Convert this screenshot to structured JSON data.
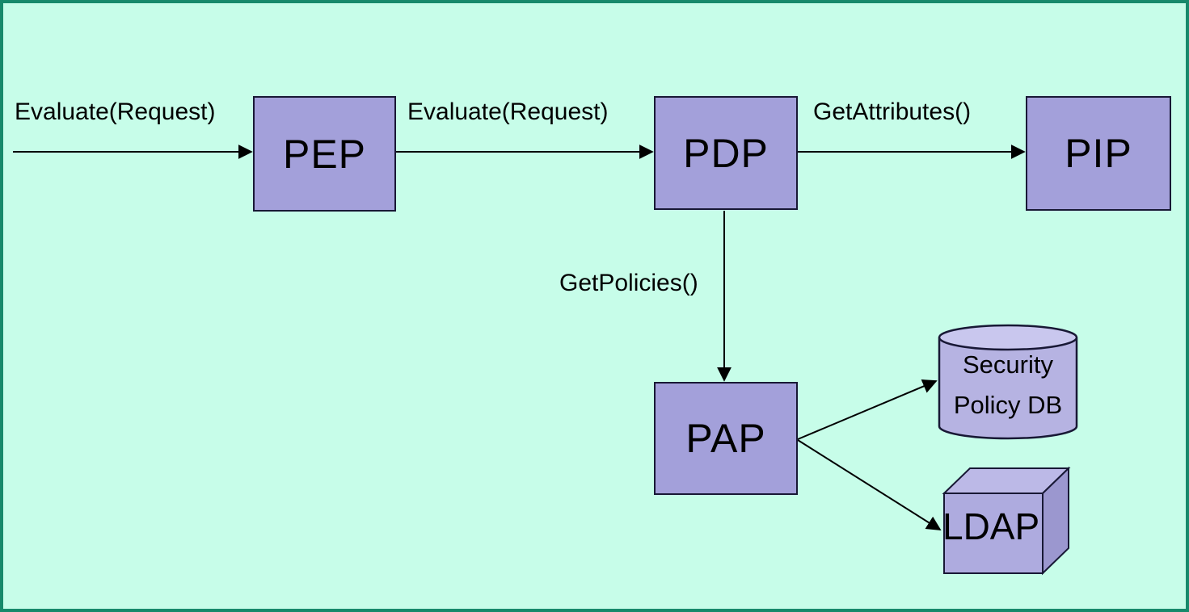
{
  "diagram": {
    "nodes": {
      "pep": {
        "label": "PEP",
        "shape": "rectangle"
      },
      "pdp": {
        "label": "PDP",
        "shape": "rectangle"
      },
      "pip": {
        "label": "PIP",
        "shape": "rectangle"
      },
      "pap": {
        "label": "PAP",
        "shape": "rectangle"
      },
      "security_policy_db": {
        "lines": [
          "Security",
          "Policy DB"
        ],
        "shape": "cylinder"
      },
      "ldap": {
        "label": "LDAP",
        "shape": "cube"
      }
    },
    "edges": [
      {
        "label": "Evaluate(Request)",
        "from": "external",
        "to": "PEP"
      },
      {
        "label": "Evaluate(Request)",
        "from": "PEP",
        "to": "PDP"
      },
      {
        "label": "GetAttributes()",
        "from": "PDP",
        "to": "PIP"
      },
      {
        "label": "GetPolicies()",
        "from": "PDP",
        "to": "PAP"
      },
      {
        "from": "PAP",
        "to": "Security Policy DB"
      },
      {
        "from": "PAP",
        "to": "LDAP"
      }
    ]
  },
  "colors": {
    "page_background": "#c7fde9",
    "frame_border": "#17896b",
    "node_fill": "#a3a0da",
    "node_border": "#181835",
    "cylinder_body": "#b6b3e2",
    "cylinder_top": "#c9c7ee",
    "cube_front": "#aeabdf",
    "cube_top": "#bcb9e7",
    "cube_side": "#9b97cf",
    "arrow": "#000000",
    "text": "#000000"
  }
}
